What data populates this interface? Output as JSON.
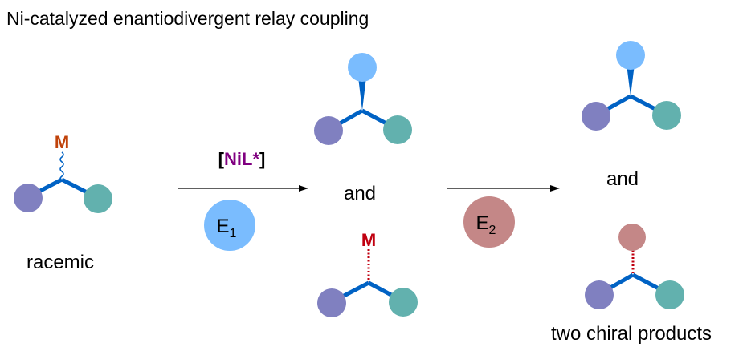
{
  "title": "Ni-catalyzed enantiodivergent relay coupling",
  "starting_material": {
    "metal": "M",
    "label": "racemic"
  },
  "step1": {
    "catalyst_open": "[",
    "catalyst": "NiL*",
    "catalyst_close": "]",
    "electrophile": "E",
    "electrophile_sub": "1"
  },
  "intermediate": {
    "and_label": "and",
    "metal": "M"
  },
  "step2": {
    "electrophile": "E",
    "electrophile_sub": "2"
  },
  "products": {
    "and_label": "and",
    "label": "two chiral products"
  },
  "colors": {
    "purple": "#8080C0",
    "teal": "#62B1AE",
    "light_blue": "#7ABCFE",
    "pink": "#C48787",
    "bond": "#0062C4",
    "metal_orange": "#C0420A",
    "metal_red": "#C00010",
    "catalyst": "#800080"
  }
}
